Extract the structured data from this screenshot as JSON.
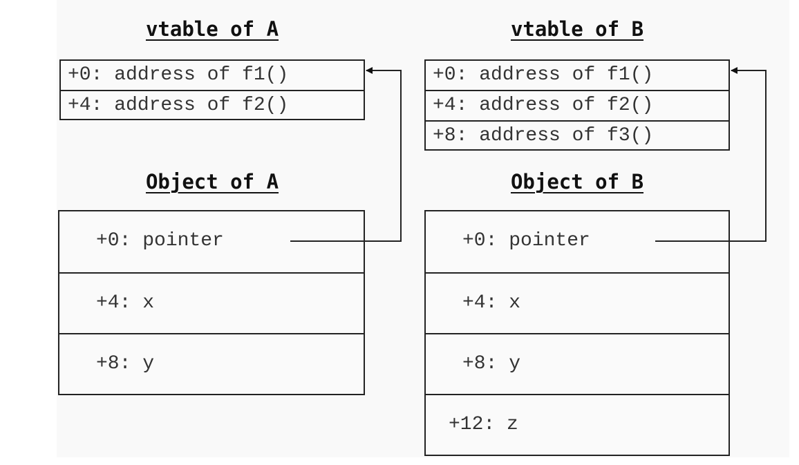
{
  "class_a": {
    "vtable_title": "vtable of A",
    "vtable_rows": [
      "+0: address of f1()",
      "+4: address of f2()"
    ],
    "object_title": "Object of A",
    "object_rows": [
      "+0: pointer",
      "+4: x",
      "+8: y"
    ]
  },
  "class_b": {
    "vtable_title": "vtable of B",
    "vtable_rows": [
      "+0: address of f1()",
      "+4: address of f2()",
      "+8: address of f3()"
    ],
    "object_title": "Object of B",
    "object_rows": [
      "+0: pointer",
      "+4: x",
      "+8: y",
      "+12: z"
    ]
  }
}
